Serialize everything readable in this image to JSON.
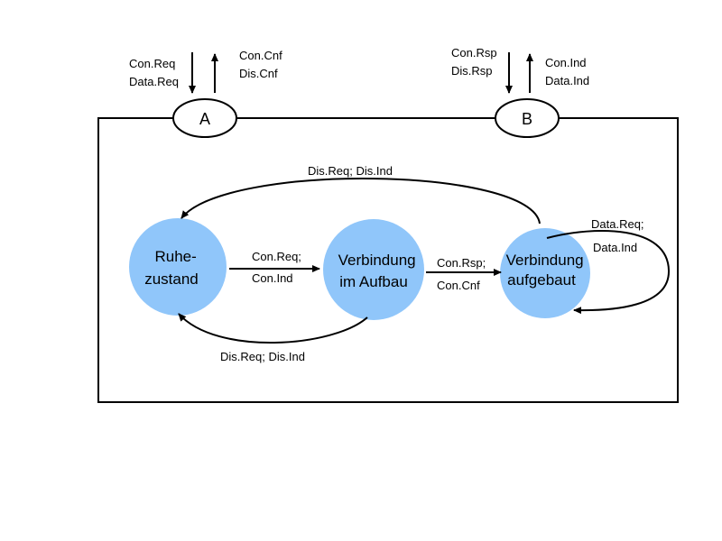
{
  "ports": {
    "a": {
      "label": "A",
      "in_lines": [
        "Con.Req",
        "Data.Req"
      ],
      "out_lines": [
        "Con.Cnf",
        "Dis.Cnf"
      ]
    },
    "b": {
      "label": "B",
      "in_lines": [
        "Con.Rsp",
        "Dis.Rsp"
      ],
      "out_lines": [
        "Con.Ind",
        "Data.Ind"
      ]
    }
  },
  "states": {
    "idle": {
      "lines": [
        "Ruhe-",
        "zustand"
      ]
    },
    "setup": {
      "lines": [
        "Verbindung",
        "im Aufbau"
      ]
    },
    "established": {
      "lines": [
        "Verbindung",
        "aufgebaut"
      ]
    }
  },
  "transitions": {
    "idle_to_setup": [
      "Con.Req;",
      "Con.Ind"
    ],
    "setup_to_established": [
      "Con.Rsp;",
      "Con.Cnf"
    ],
    "established_to_idle": [
      "Dis.Req; Dis.Ind"
    ],
    "setup_to_idle": [
      "Dis.Req; Dis.Ind"
    ],
    "established_self": [
      "Data.Req;",
      "Data.Ind"
    ]
  },
  "colors": {
    "state_fill": "#90c6fa",
    "line": "#000000"
  }
}
